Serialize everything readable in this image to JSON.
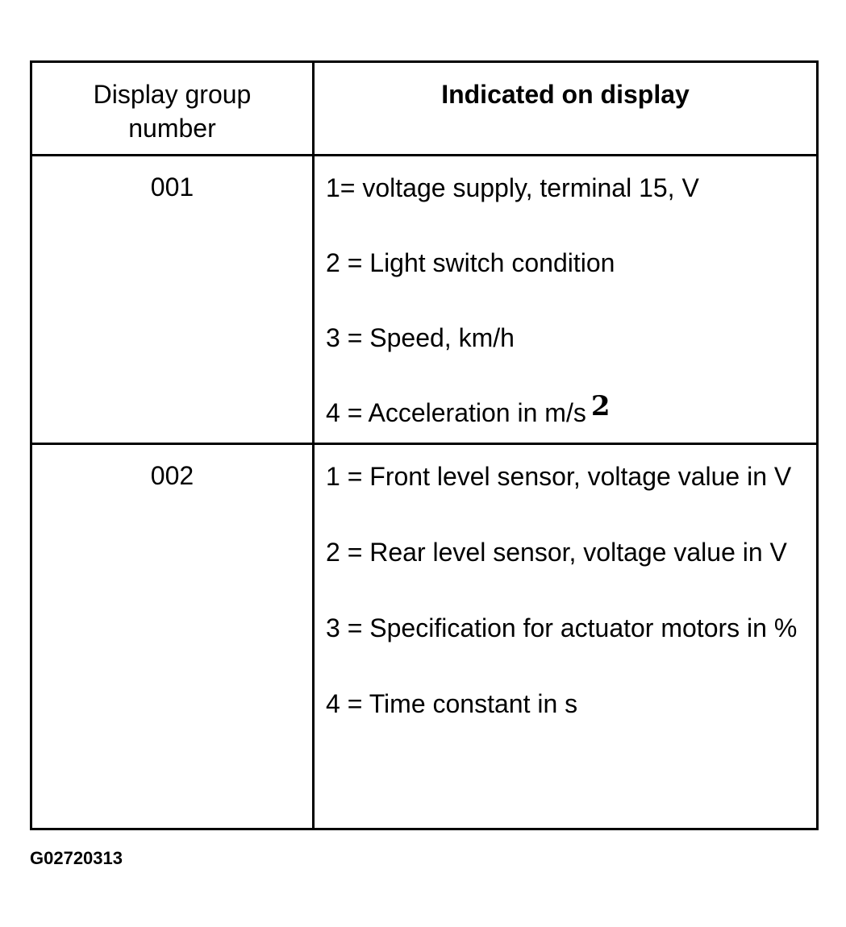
{
  "table": {
    "headers": [
      "Display group\nnumber",
      "Indicated on display"
    ],
    "rows": [
      {
        "group": "001",
        "items": [
          "1= voltage supply, terminal 15, V",
          "2 = Light switch condition",
          "3 = Speed, km/h",
          "4 = Acceleration in m/s"
        ],
        "superscript": "2"
      },
      {
        "group": "002",
        "items": [
          "1 = Front level sensor, voltage value in V",
          "2 = Rear level sensor, voltage value in V",
          "3 = Specification for actuator motors in %",
          "4 = Time constant in s"
        ]
      }
    ]
  },
  "figure_id": "G02720313"
}
